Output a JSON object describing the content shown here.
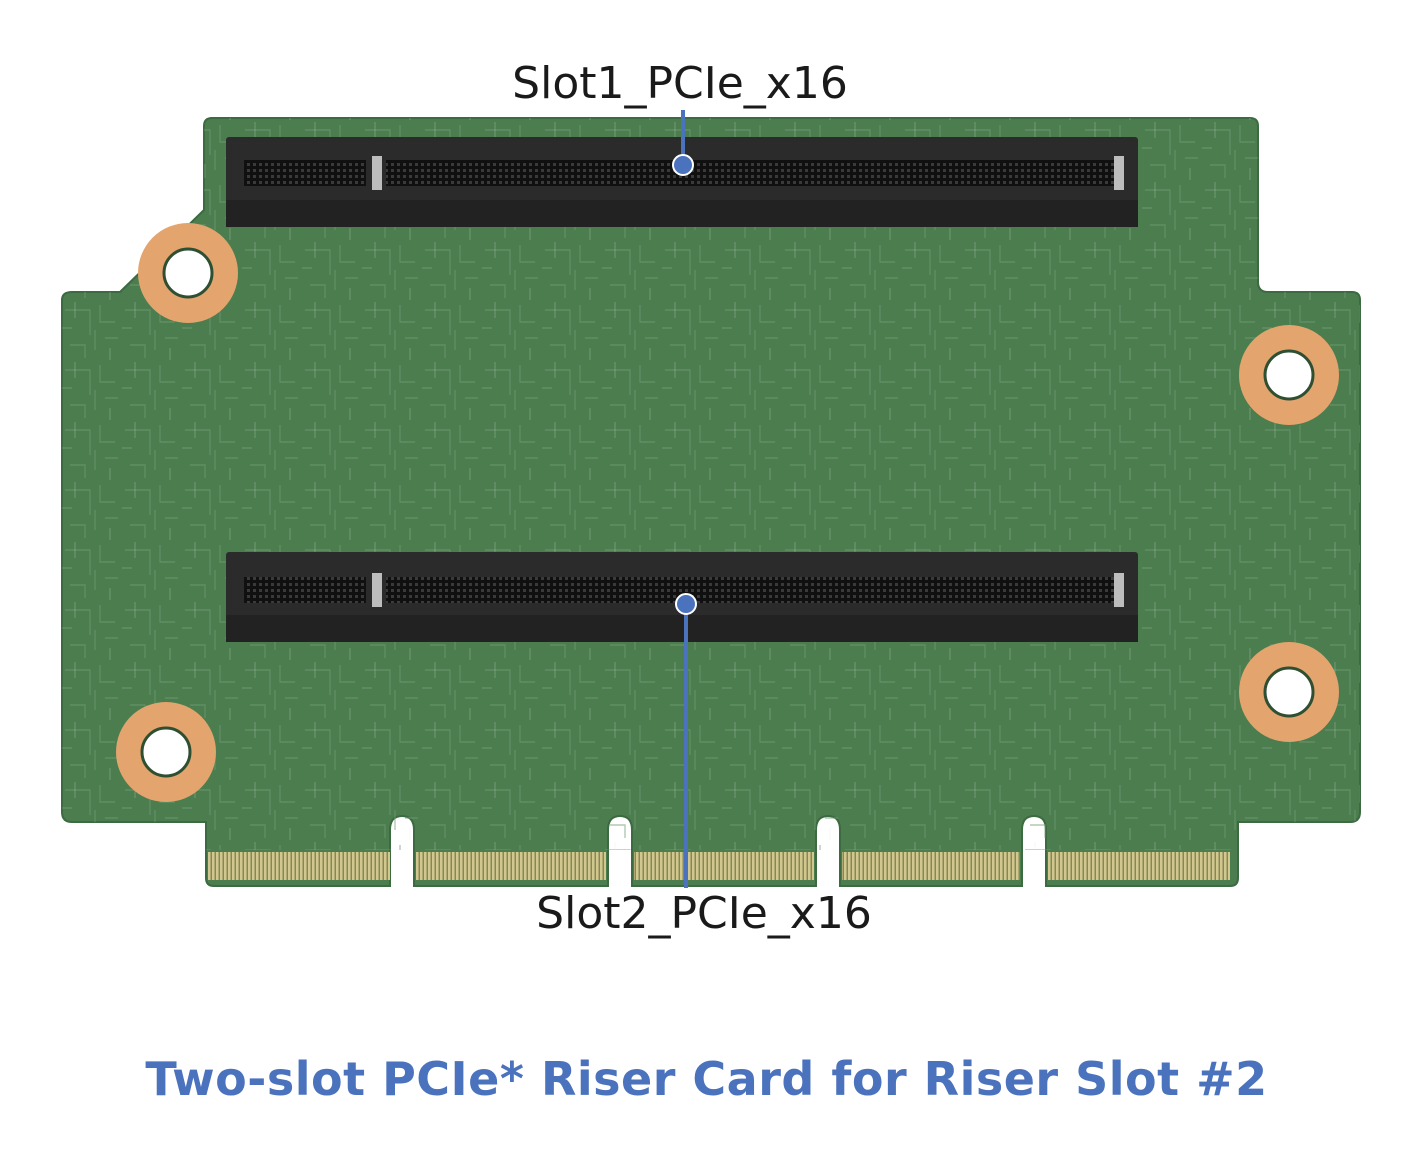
{
  "labels": {
    "slot1": "Slot1_PCIe_x16",
    "slot2": "Slot2_PCIe_x16"
  },
  "caption": "Two-slot PCIe* Riser Card for Riser Slot #2",
  "colors": {
    "board": "#4b7d4f",
    "board_edge": "#3c6a41",
    "slot_body": "#2b2b2b",
    "slot_channel": "#151515",
    "pad_ring": "#e3a46e",
    "gold_fingers": "#c9c08a",
    "callout_line": "#4a72bd",
    "caption": "#4a72bd"
  },
  "icons": {
    "mounting_hole": "mounting-hole-icon",
    "callout_dot": "callout-dot-icon"
  }
}
